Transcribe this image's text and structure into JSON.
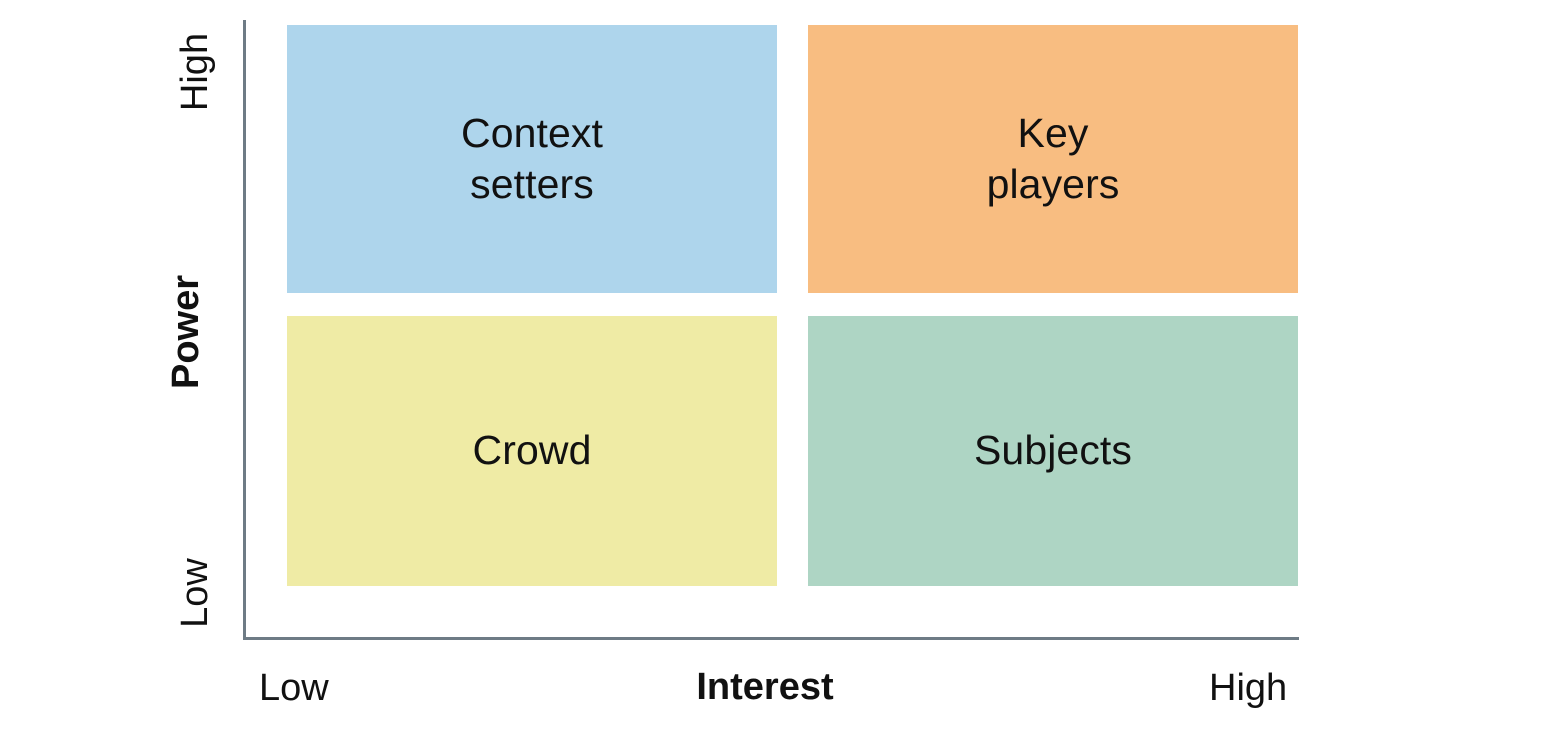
{
  "chart_data": {
    "type": "matrix",
    "title": "",
    "xlabel": "Interest",
    "ylabel": "Power",
    "x_ticks": [
      "Low",
      "High"
    ],
    "y_ticks": [
      "Low",
      "High"
    ],
    "grid": false,
    "legend": "none",
    "axis_color": "#6e7b85",
    "quadrants": [
      {
        "key": "context-setters",
        "label": "Context\nsetters",
        "power": "High",
        "interest": "Low",
        "color": "#aed5ec",
        "position": "top-left"
      },
      {
        "key": "key-players",
        "label": "Key\nplayers",
        "power": "High",
        "interest": "High",
        "color": "#f8bd81",
        "position": "top-right"
      },
      {
        "key": "crowd",
        "label": "Crowd",
        "power": "Low",
        "interest": "Low",
        "color": "#efeba5",
        "position": "bottom-left"
      },
      {
        "key": "subjects",
        "label": "Subjects",
        "power": "Low",
        "interest": "High",
        "color": "#aed5c4",
        "position": "bottom-right"
      }
    ]
  },
  "axes": {
    "y": {
      "title": "Power",
      "tick_high": "High",
      "tick_low": "Low"
    },
    "x": {
      "title": "Interest",
      "tick_low": "Low",
      "tick_high": "High"
    }
  },
  "quadrant_labels": {
    "context_setters": "Context\nsetters",
    "key_players": "Key\nplayers",
    "crowd": "Crowd",
    "subjects": "Subjects"
  },
  "colors": {
    "context_setters": "#aed5ec",
    "key_players": "#f8bd81",
    "crowd": "#efeba5",
    "subjects": "#aed5c4",
    "axis": "#6e7b85",
    "text": "#111111",
    "background": "#ffffff"
  }
}
